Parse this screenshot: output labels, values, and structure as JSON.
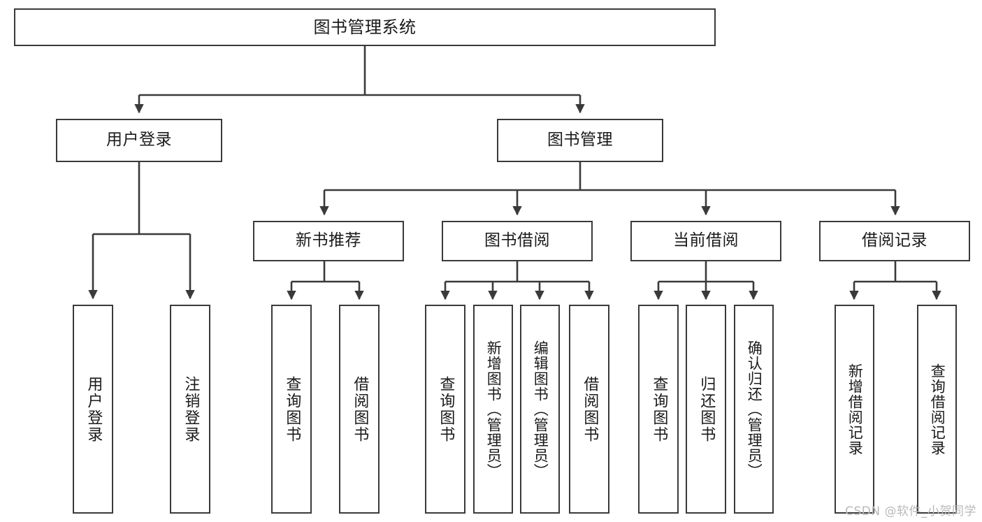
{
  "diagram": {
    "title": "图书管理系统",
    "type": "tree",
    "watermark": "CSDN @软件_小贺同学",
    "colors": {
      "box_border": "#3a3a3a",
      "box_fill": "#ffffff",
      "connector": "#3a3a3a",
      "text": "#1a1a1a",
      "watermark": "#b9b9b9",
      "background": "#ffffff"
    },
    "levels": {
      "root": {
        "label": "图书管理系统"
      },
      "level2": [
        {
          "id": "user-login",
          "label": "用户登录"
        },
        {
          "id": "book-manage",
          "label": "图书管理"
        }
      ],
      "level3": [
        {
          "id": "new-book-recommend",
          "label": "新书推荐"
        },
        {
          "id": "book-borrow",
          "label": "图书借阅"
        },
        {
          "id": "current-borrow",
          "label": "当前借阅"
        },
        {
          "id": "borrow-record",
          "label": "借阅记录"
        }
      ],
      "leaves": [
        {
          "id": "leaf-user-login",
          "label": "用户登录",
          "parent": "user-login"
        },
        {
          "id": "leaf-logout-login",
          "label": "注销登录",
          "parent": "user-login"
        },
        {
          "id": "leaf-query-book-1",
          "label": "查询图书",
          "parent": "new-book-recommend"
        },
        {
          "id": "leaf-borrow-book-1",
          "label": "借阅图书",
          "parent": "new-book-recommend"
        },
        {
          "id": "leaf-query-book-2",
          "label": "查询图书",
          "parent": "book-borrow"
        },
        {
          "id": "leaf-add-book",
          "label": "新增图书（管理员）",
          "parent": "book-borrow"
        },
        {
          "id": "leaf-edit-book",
          "label": "编辑图书（管理员）",
          "parent": "book-borrow"
        },
        {
          "id": "leaf-borrow-book-2",
          "label": "借阅图书",
          "parent": "book-borrow"
        },
        {
          "id": "leaf-query-book-3",
          "label": "查询图书",
          "parent": "current-borrow"
        },
        {
          "id": "leaf-return-book",
          "label": "归还图书",
          "parent": "current-borrow"
        },
        {
          "id": "leaf-confirm-return",
          "label": "确认归还（管理员）",
          "parent": "current-borrow"
        },
        {
          "id": "leaf-add-record",
          "label": "新增借阅记录",
          "parent": "borrow-record"
        },
        {
          "id": "leaf-query-record",
          "label": "查询借阅记录",
          "parent": "borrow-record"
        }
      ]
    }
  }
}
